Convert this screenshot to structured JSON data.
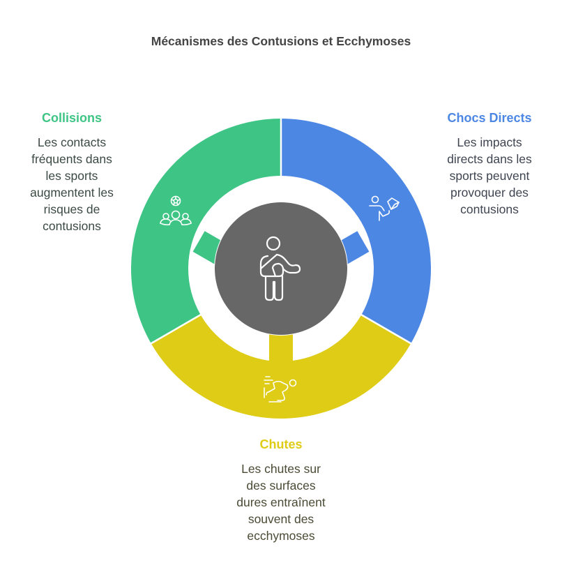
{
  "title": "Mécanismes des Contusions et Ecchymoses",
  "colors": {
    "collisions": "#3EC585",
    "chocs_directs": "#4D87E4",
    "chutes": "#DECC17",
    "center": "#676767",
    "collisions_text": "#3C4A44",
    "chocs_text": "#3F4550",
    "chutes_text": "#4A4A35"
  },
  "center": {
    "icon": "injured-person-arm-sling-icon"
  },
  "segments": [
    {
      "id": "collisions",
      "title": "Collisions",
      "description_lines": [
        "Les contacts",
        "fréquents dans",
        "les sports",
        "augmentent les",
        "risques de",
        "contusions"
      ],
      "icon": "team-soccer-ball-icon"
    },
    {
      "id": "chocs_directs",
      "title": "Chocs Directs",
      "description_lines": [
        "Les impacts",
        "directs dans les",
        "sports peuvent",
        "provoquer des",
        "contusions"
      ],
      "icon": "person-kicking-ball-icon"
    },
    {
      "id": "chutes",
      "title": "Chutes",
      "description_lines": [
        "Les chutes sur",
        "des surfaces",
        "dures entraînent",
        "souvent des",
        "ecchymoses"
      ],
      "icon": "person-falling-icon"
    }
  ]
}
